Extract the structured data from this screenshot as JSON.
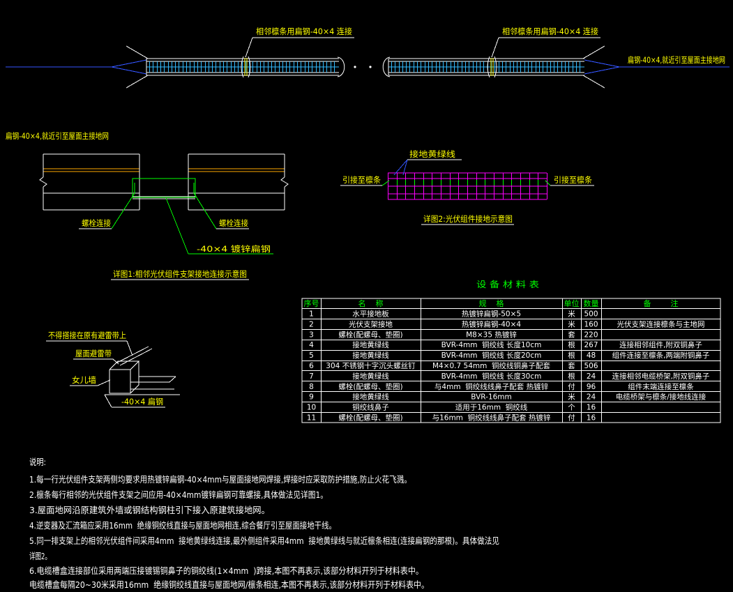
{
  "top_strip": {
    "joint_callout_left": "相邻檩条用扁钢-40×4 连接",
    "joint_callout_right": "相邻檩条用扁钢-40×4 连接",
    "end_callout": "扁钢-40×4,就近引至屋面主接地网"
  },
  "detail1": {
    "lead_label": "扁钢-40×4,就近引至屋面主接地网",
    "bolt_label_left": "螺栓连接",
    "bolt_label_right": "螺栓连接",
    "flat_steel_label": "-40×4 镀锌扁钢",
    "caption": "详图1:相邻光伏组件支架接地连接示意图"
  },
  "detail2": {
    "wire_label": "接地黄绿线",
    "purlin_label_left": "引接至檩条",
    "purlin_label_right": "引接至檩条",
    "caption": "详图2:光伏组件接地示意图"
  },
  "parapet_detail": {
    "no_overlap_label": "不得搭接在原有避雷带上",
    "lightning_belt_label": "屋面避雷带",
    "parapet_label": "女儿墙",
    "flat_steel_label": "-40×4 扁钢"
  },
  "materials_table": {
    "title": "设 备 材 料 表",
    "headers": [
      "序号",
      "名    称",
      "规    格",
      "单位",
      "数量",
      "备        注"
    ],
    "rows": [
      {
        "no": "1",
        "name": "水平接地板",
        "spec": "热镀锌扁钢-50×5",
        "unit": "米",
        "qty": "500",
        "remark": ""
      },
      {
        "no": "2",
        "name": "光伏支架接地",
        "spec": "热镀锌扁钢-40×4",
        "unit": "米",
        "qty": "160",
        "remark": "光伏支架连接檩条与主地网"
      },
      {
        "no": "3",
        "name": "螺栓(配螺母、垫圈)",
        "spec": "M8×35 热镀锌",
        "unit": "套",
        "qty": "220",
        "remark": ""
      },
      {
        "no": "4",
        "name": "接地黄绿线",
        "spec": "BVR-4mm  铜绞线 长度10cm",
        "unit": "根",
        "qty": "267",
        "remark": "连接相邻组件,附双铜鼻子"
      },
      {
        "no": "5",
        "name": "接地黄绿线",
        "spec": "BVR-4mm  铜绞线 长度20cm",
        "unit": "根",
        "qty": "48",
        "remark": "组件连接至檩条,两端附铜鼻子"
      },
      {
        "no": "6",
        "name": "304 不锈钢十字沉头螺丝钉",
        "spec": "M4×0.7 54mm  铜绞线铜鼻子配套",
        "unit": "套",
        "qty": "506",
        "remark": ""
      },
      {
        "no": "7",
        "name": "接地黄绿线",
        "spec": "BVR-4mm  铜绞线 长度30cm",
        "unit": "根",
        "qty": "24",
        "remark": "连接相邻电缆桥架,附双铜鼻子"
      },
      {
        "no": "8",
        "name": "螺栓(配螺母、垫圈)",
        "spec": "与4mm  铜绞线线鼻子配套 热镀锌",
        "unit": "付",
        "qty": "96",
        "remark": "组件末端连接至檩条"
      },
      {
        "no": "9",
        "name": "接地黄绿线",
        "spec": "BVR-16mm",
        "unit": "米",
        "qty": "24",
        "remark": "电缆桥架与檩条/接地线连接"
      },
      {
        "no": "10",
        "name": "铜绞线鼻子",
        "spec": "适用于16mm  铜绞线",
        "unit": "个",
        "qty": "16",
        "remark": ""
      },
      {
        "no": "11",
        "name": "螺栓(配螺母、垫圈)",
        "spec": "与16mm  铜绞线线鼻子配套 热镀锌",
        "unit": "付",
        "qty": "16",
        "remark": ""
      }
    ]
  },
  "notes": {
    "heading": "说明:",
    "lines": [
      "1.每一行光伏组件支架两侧均要求用热镀锌扁钢-40×4mm与屋面接地网焊接,焊接时应采取防护措施,防止火花飞溅。",
      "2.檩条每行相邻的光伏组件支架之间应用-40×4mm镀锌扁钢可靠螺接,具体做法见详图1。",
      "3.屋面地网沿原建筑外墙或钢结构钢柱引下接入原建筑接地网。",
      "4.逆变器及汇流箱应采用16mm  绝缘铜绞线直接与屋面地网相连,综合餐厅引至屋面接地干线。",
      "5.同一排支架上的相邻光伏组件间采用4mm  接地黄绿线连接,最外侧组件采用4mm  接地黄绿线与就近檩条相连(连接扁钢的那根)。具体做法见",
      "详图2。",
      "6.电缆槽盒连接部位采用两端压接镀锡铜鼻子的铜绞线(1×4mm  )跨接,本图不再表示,该部分材料开列于材料表中。",
      "电缆槽盒每隔20~30米采用16mm  绝缘铜绞线直接与屋面地网/檩条相连,本图不再表示,该部分材料开列于材料表中。"
    ]
  },
  "colors": {
    "background": "#000000",
    "annotation_text": "#ffff00",
    "linework": "#ffffff",
    "ground_lead": "#3355ff",
    "purlin_rungs": "#33bbff",
    "module_grid": "#ff00ff",
    "connector": "#00ff00",
    "steel_band": "#ffaa00",
    "table_title": "#00ff00"
  }
}
